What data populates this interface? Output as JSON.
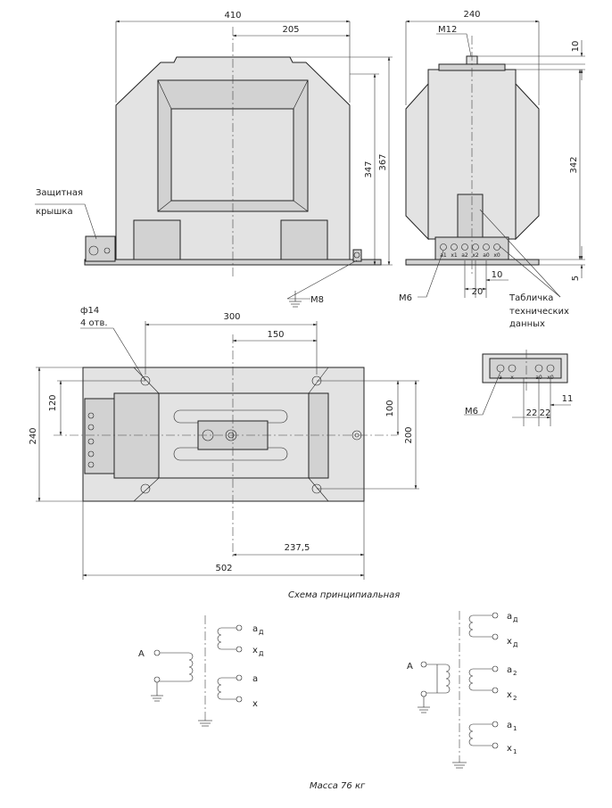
{
  "front_view": {
    "dim_width_total": "410",
    "dim_width_half": "205",
    "dim_height_347": "347",
    "dim_height_367": "367",
    "label_cover_line1": "Защитная",
    "label_cover_line2": "крышка",
    "label_ground_bolt": "М8"
  },
  "side_view": {
    "dim_width": "240",
    "label_top_bolt": "М12",
    "dim_top_10": "10",
    "dim_height_342": "342",
    "dim_bottom_5": "5",
    "dim_10": "10",
    "dim_20": "20",
    "label_terminal_screw": "М6",
    "label_plate_line1": "Табличка",
    "label_plate_line2": "технических",
    "label_plate_line3": "данных",
    "terminal_labels": [
      "a1",
      "x1",
      "a2",
      "x2",
      "a0",
      "x0"
    ]
  },
  "top_view": {
    "label_holes_line1": "ф14",
    "label_holes_line2": "4 отв.",
    "dim_300": "300",
    "dim_150": "150",
    "dim_120": "120",
    "dim_240": "240",
    "dim_100": "100",
    "dim_200": "200",
    "dim_237_5": "237,5",
    "dim_502": "502"
  },
  "detail_view": {
    "label_screw": "М6",
    "dim_22_a": "22",
    "dim_22_b": "22",
    "dim_11": "11",
    "terminal_labels": [
      "a",
      "x",
      "a0",
      "x0"
    ]
  },
  "schematic": {
    "title": "Схема принципиальная",
    "left": {
      "primary_label": "A",
      "winding_labels": [
        "a",
        "x",
        "a",
        "x"
      ],
      "winding_subscripts": [
        "Д",
        "Д",
        "",
        ""
      ]
    },
    "right": {
      "primary_label": "A",
      "winding_labels": [
        "a",
        "x",
        "a",
        "x",
        "a",
        "x"
      ],
      "winding_subscripts": [
        "Д",
        "Д",
        "2",
        "2",
        "1",
        "1"
      ]
    }
  },
  "mass_label": "Масса  76 кг"
}
